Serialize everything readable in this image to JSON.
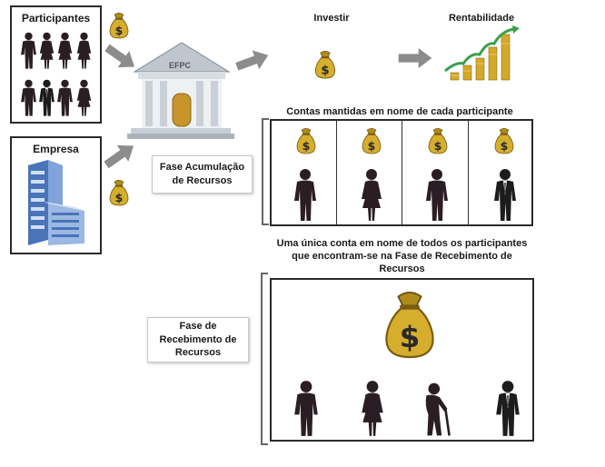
{
  "participants": {
    "title": "Participantes"
  },
  "company": {
    "title": "Empresa"
  },
  "bank": {
    "label": "EFPC"
  },
  "flow": {
    "invest_label": "Investir",
    "return_label": "Rentabilidade"
  },
  "accumulation": {
    "heading": "Contas mantidas em nome de cada participante",
    "phase_label": "Fase Acumulação de Recursos"
  },
  "payout": {
    "heading": "Uma única conta em nome de todos os participantes que encontram-se na Fase de Recebimento de Recursos",
    "phase_label": "Fase de Recebimento de Recursos"
  },
  "icons": {
    "money": "money-bag-icon",
    "person": "person-icon",
    "bank": "bank-building-icon",
    "office": "office-building-icon",
    "arrow": "arrow-right-icon",
    "growth": "growth-chart-icon"
  },
  "colors": {
    "bag": "#c9a227",
    "bag_dark": "#8a6a12",
    "person": "#2b1d24",
    "arrow": "#8c8c8c"
  }
}
